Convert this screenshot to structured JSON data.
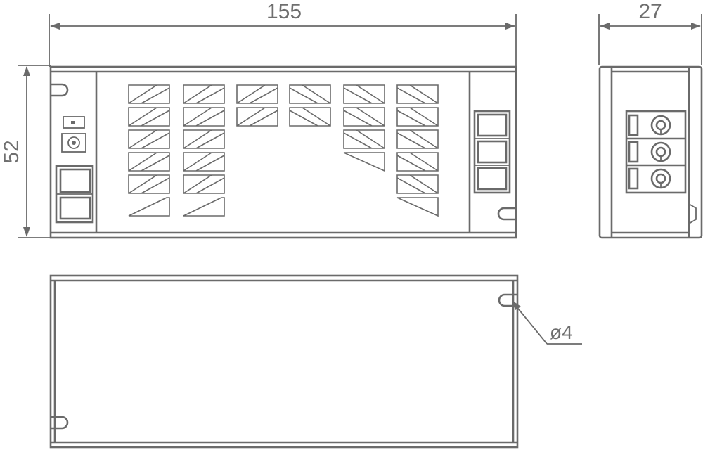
{
  "dimensions": {
    "length": "155",
    "width": "27",
    "height": "52",
    "hole": "ø4"
  },
  "colors": {
    "stroke": "#6a6a6a",
    "text": "#6f6f6f",
    "background": "#ffffff"
  },
  "vent_pattern": {
    "columns": [
      6,
      6,
      2,
      2,
      4,
      6
    ],
    "tri_rows_right_side": [
      3,
      6
    ]
  }
}
